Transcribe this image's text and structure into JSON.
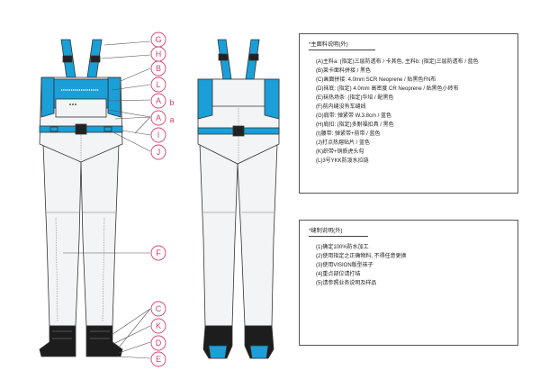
{
  "colors": {
    "accent_blue": "#1a9fd8",
    "body_fill": "#f3f4f5",
    "outline": "#333333",
    "boot_fill": "#1d1d1d",
    "label_stroke": "#d8416a",
    "label_text": "#d8416a"
  },
  "labels": {
    "G": "G",
    "H": "H",
    "B": "B",
    "L": "L",
    "A_b": "A",
    "b": "b",
    "A_a": "A",
    "a": "a",
    "I": "I",
    "J": "J",
    "F": "F",
    "C": "C",
    "K": "K",
    "D": "D",
    "E": "E"
  },
  "materials": {
    "title": "*主面料说明(外)",
    "lines": [
      "(A)主料a: (指定)三层防透布 / 卡其色, 主料b: (指定)三层防透布 / 蓝色",
      "(B)莱卡面料拼接 / 黑色",
      "(C)画面拼接: 4.0mm SCR Neoprene / 贴黑色FN布",
      "(D)袜底: (指定) 4.0mm 高密度 CR Neoprene / 贴黑色小砖布",
      "(E)袜热场条: (指定)华培 / 配黑色",
      "(F)前内缝没有车缝线",
      "(G)肩带: 弹紧带 W.3.8cm / 蓝色",
      "(H)肩扣: (指定)多耐福扣具 / 黑色",
      "(I)腰带: 弹紧带+前带 / 蓝色",
      "(J)打点热熔贴片 / 蓝色",
      "(K)织带+铜质虎头勾",
      "(L)3号YKK防泼水拉链"
    ]
  },
  "sewing": {
    "title": "*缝制说明(外)",
    "lines": [
      "(1)确定100%防水加工",
      "(2)使用指定之正确物料, 不得任意更换",
      "(3)使用VISION版型袜子",
      "(4)重点部位请打结",
      "(5)请参照业务说明及样品"
    ]
  }
}
